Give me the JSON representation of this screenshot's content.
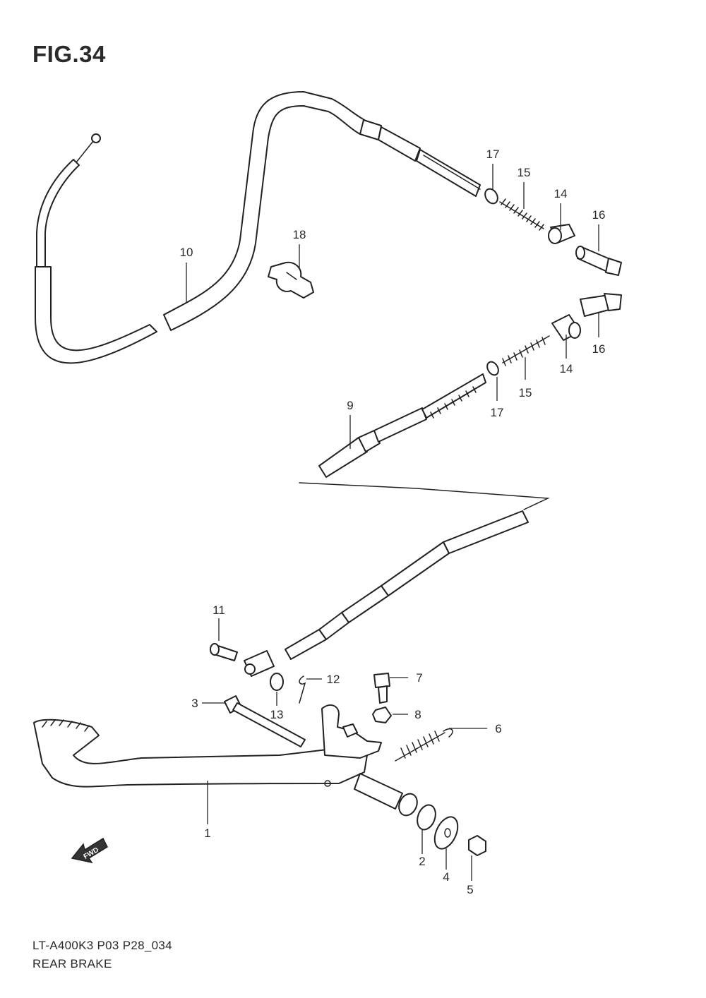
{
  "figure": {
    "title": "FIG.34"
  },
  "footer": {
    "model_code": "LT-A400K3 P03 P28_034",
    "section_name": "REAR BRAKE"
  },
  "fwd_marker": {
    "label": "FWD"
  },
  "callouts": {
    "c1": "1",
    "c2": "2",
    "c3": "3",
    "c4": "4",
    "c5": "5",
    "c6": "6",
    "c7": "7",
    "c8": "8",
    "c9": "9",
    "c10": "10",
    "c11": "11",
    "c12": "12",
    "c13": "13",
    "c14a": "14",
    "c14b": "14",
    "c15a": "15",
    "c15b": "15",
    "c16a": "16",
    "c16b": "16",
    "c17a": "17",
    "c17b": "17",
    "c18": "18"
  }
}
